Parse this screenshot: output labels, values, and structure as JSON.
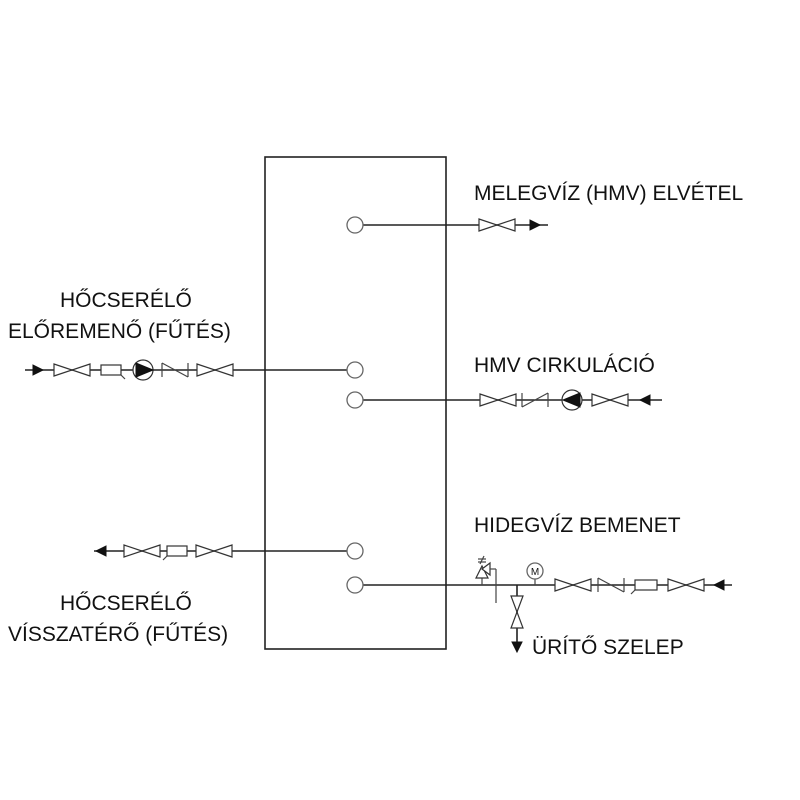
{
  "labels": {
    "hot_water_outlet": "MELEGVÍZ (HMV) ELVÉTEL",
    "heat_exchanger_flow_line1": "HŐCSERÉLŐ",
    "heat_exchanger_flow_line2": "ELŐREMENŐ (FŰTÉS)",
    "dhw_circulation": "HMV CIRKULÁCIÓ",
    "cold_water_inlet": "HIDEGVÍZ BEMENET",
    "heat_exchanger_return_line1": "HŐCSERÉLŐ",
    "heat_exchanger_return_line2": "VÍSSZATÉRŐ (FŰTÉS)",
    "drain_valve": "ÜRÍTŐ SZELEP",
    "manometer_symbol": "M"
  },
  "colors": {
    "line": "#222222",
    "connection": "#666666"
  }
}
